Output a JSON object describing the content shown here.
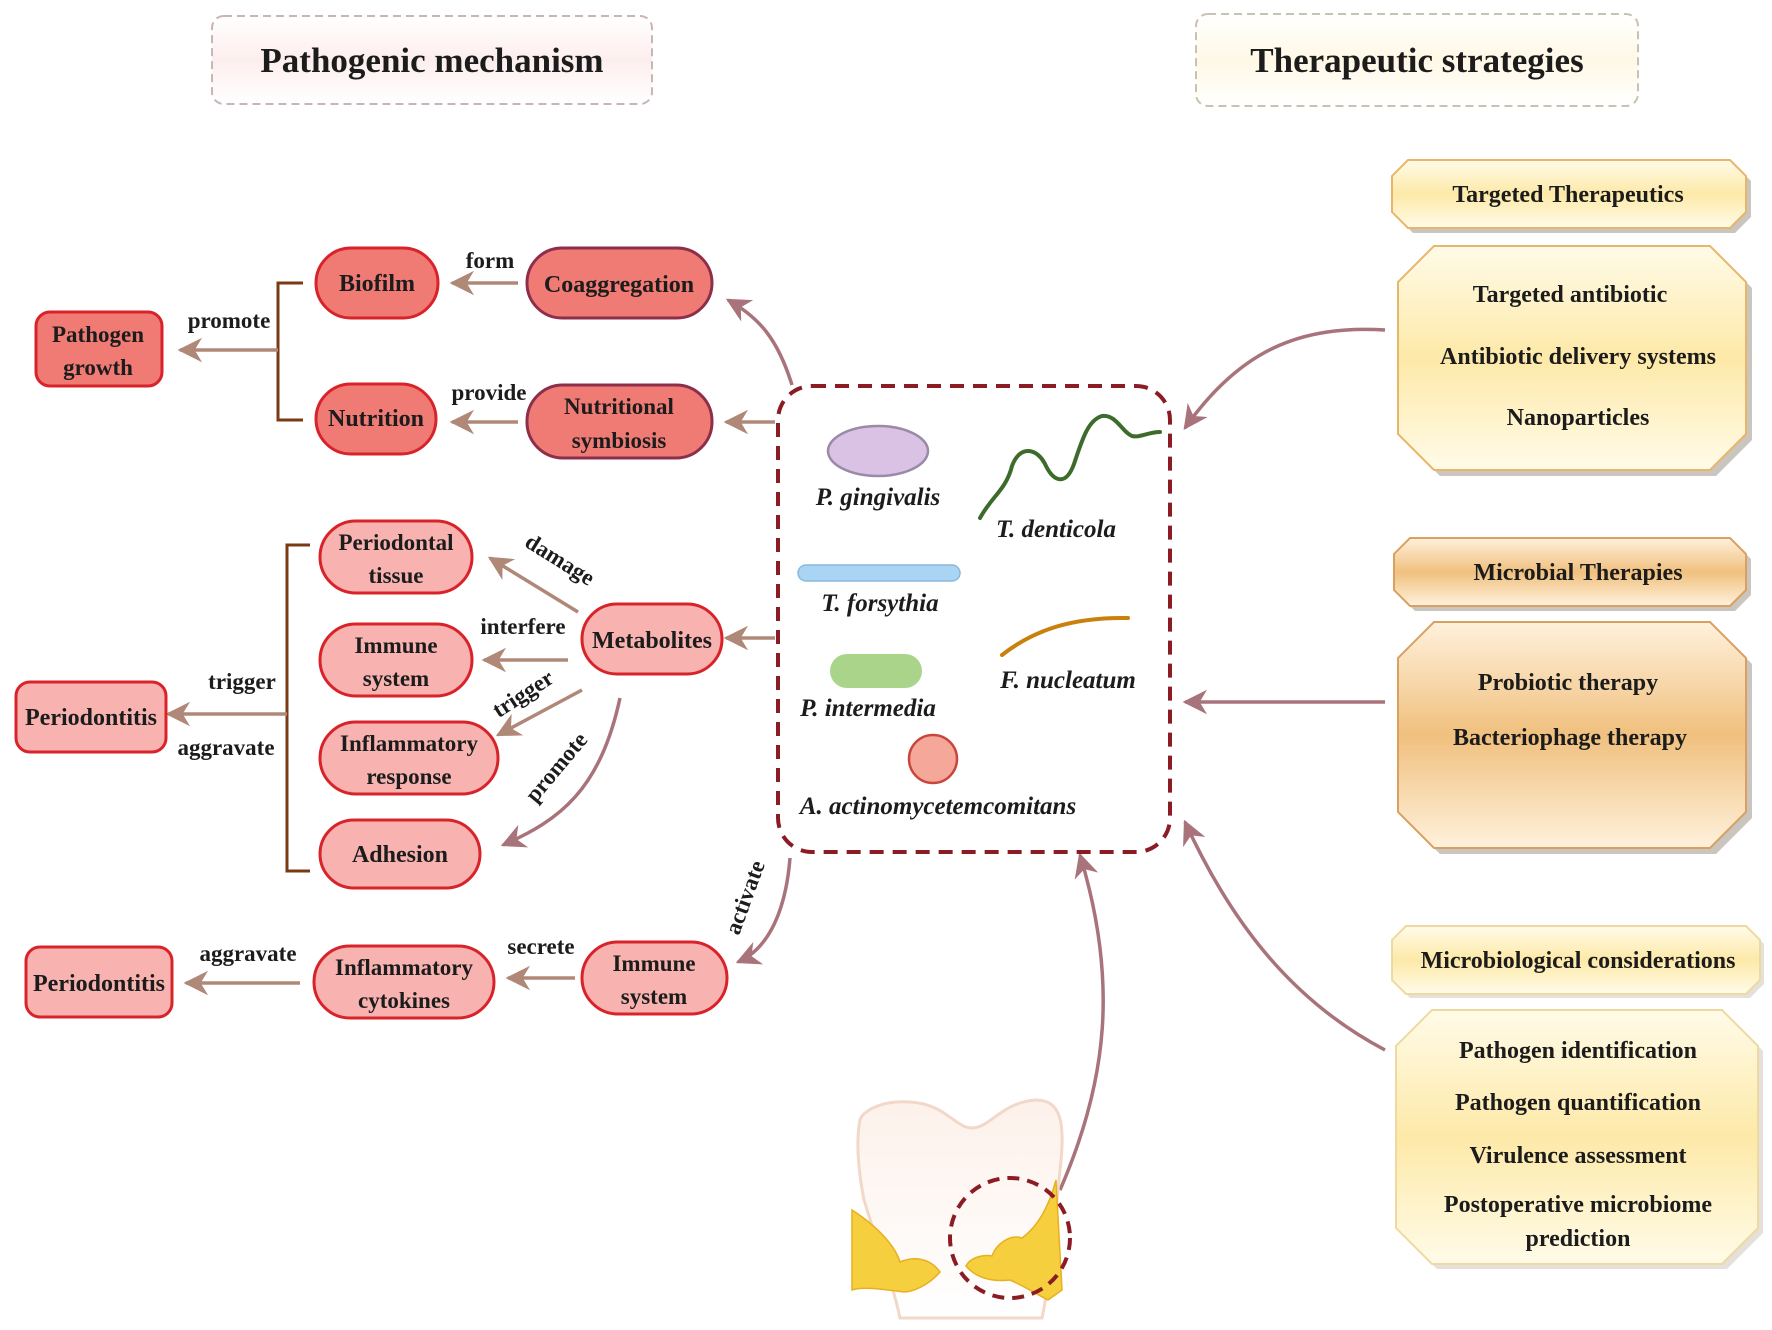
{
  "headers": {
    "left": "Pathogenic mechanism",
    "right": "Therapeutic strategies"
  },
  "nodes": {
    "pathogen_growth": [
      "Pathogen",
      "growth"
    ],
    "biofilm": "Biofilm",
    "coaggregation": "Coaggregation",
    "nutrition": "Nutrition",
    "nutritional_symbiosis": [
      "Nutritional",
      "symbiosis"
    ],
    "periodontal_tissue": [
      "Periodontal",
      "tissue"
    ],
    "immune_system_1": [
      "Immune",
      "system"
    ],
    "inflammatory_response": [
      "Inflammatory",
      "response"
    ],
    "adhesion": "Adhesion",
    "metabolites": "Metabolites",
    "periodontitis_1": "Periodontitis",
    "periodontitis_2": "Periodontitis",
    "inflammatory_cytokines": [
      "Inflammatory",
      "cytokines"
    ],
    "immune_system_2": [
      "Immune",
      "system"
    ]
  },
  "edge_labels": {
    "form": "form",
    "provide": "provide",
    "promote_1": "promote",
    "damage": "damage",
    "interfere": "interfere",
    "trigger_1": "trigger",
    "trigger_2": "trigger",
    "promote_2": "promote",
    "aggravate_1": "aggravate",
    "activate": "activate",
    "secrete": "secrete",
    "aggravate_2": "aggravate"
  },
  "bacteria": {
    "p_gingivalis": "P. gingivalis",
    "t_denticola": "T. denticola",
    "t_forsythia": "T. forsythia",
    "f_nucleatum": "F. nucleatum",
    "p_intermedia": "P. intermedia",
    "a_actino": "A. actinomycetemcomitans"
  },
  "therapy": {
    "targeted": {
      "title": "Targeted Therapeutics",
      "items": [
        "Targeted antibiotic",
        "Antibiotic delivery systems",
        "Nanoparticles"
      ]
    },
    "microbial": {
      "title": "Microbial Therapies",
      "items": [
        "Probiotic therapy",
        "Bacteriophage therapy"
      ]
    },
    "microbiological": {
      "title": "Microbiological considerations",
      "items": [
        "Pathogen identification",
        "Pathogen quantification",
        "Virulence assessment",
        "Postoperative microbiome",
        "prediction"
      ]
    }
  },
  "colors": {
    "node_dark_fill": "#f07a74",
    "node_light_fill": "#f8b3b0",
    "node_stroke": "#d8232a",
    "arrow": "#b08878",
    "curved_arrow": "#a8737a",
    "bracket": "#7a3a14",
    "dashed_box": "#8b1c24",
    "therapy_yellow": "#fde9a8",
    "therapy_orange": "#f0c07e"
  }
}
